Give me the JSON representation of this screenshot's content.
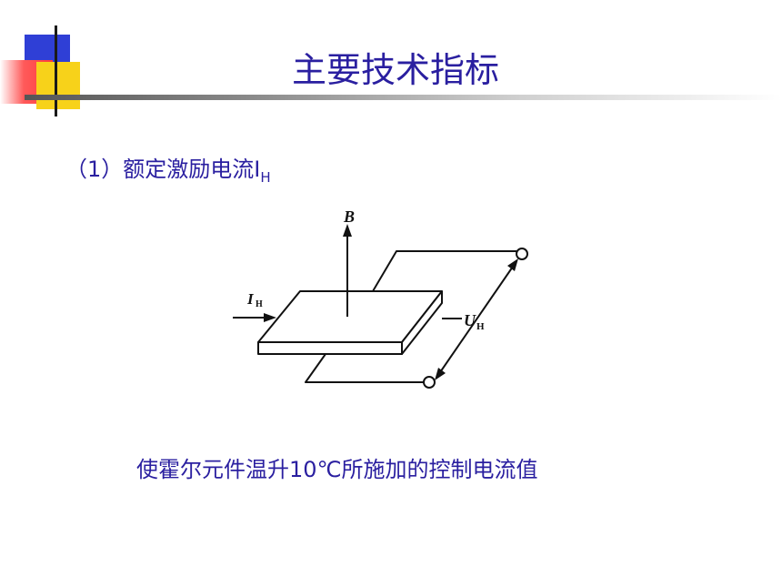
{
  "slide": {
    "title": "主要技术指标",
    "section": {
      "prefix": "（1）额定激励电流I",
      "subscript": "H"
    },
    "figure": {
      "labels": {
        "b_field": "B",
        "current": "I",
        "current_sub": "H",
        "voltage": "U",
        "voltage_sub": "H"
      }
    },
    "caption": "使霍尔元件温升10℃所施加的控制电流值"
  },
  "colors": {
    "text": "#2a1fa0",
    "deco_blue": "#2f3fd6",
    "deco_yellow": "#f7d21a",
    "deco_red": "#ff3b3b"
  }
}
